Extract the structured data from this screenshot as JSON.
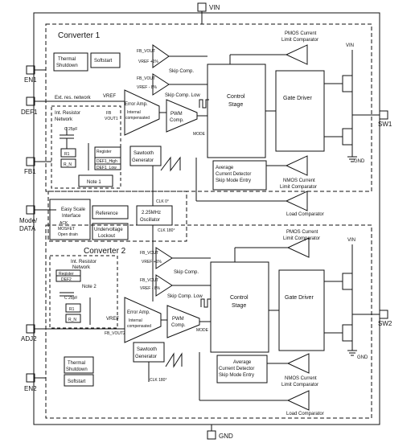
{
  "pins": {
    "vin": "VIN",
    "gnd": "GND",
    "en1": "EN1",
    "def1": "DEF1",
    "fb1": "FB1",
    "mode": "Mode/",
    "data": "DATA",
    "adj2": "ADJ2",
    "en2": "EN2",
    "sw1": "SW1",
    "sw2": "SW2"
  },
  "converter1": {
    "title": "Converter 1",
    "thermal1": "Thermal",
    "thermal2": "Shutdown",
    "softstart": "Softstart",
    "ext_res": "Ext. res. network",
    "int_res1": "Int. Resistor",
    "int_res2": "Network",
    "cap": "C  25pF",
    "r1": "R1",
    "rn": "R_N",
    "reg1": "Register",
    "reg2": "DEF1_High",
    "reg3": "DEF1_Low",
    "note": "Note 1",
    "vref": "VREF",
    "fb_vout1": "FB",
    "fb_vout2": "VOUT1",
    "error_amp": "Error Amp.",
    "internal1": "Internal",
    "internal2": "compensated",
    "pwm1": "PWM",
    "pwm2": "Comp.",
    "skip_fb": "FB_VOUT",
    "skip_vref1": "VREF +1%",
    "skip_comp": "Skip Comp.",
    "skip_fb2": "FB_VOUT",
    "skip_vref2": "VREF - 8%",
    "skip_comp_low": "Skip Comp. Low",
    "sawtooth1": "Sawtooth",
    "sawtooth2": "Generator",
    "control1": "Control",
    "control2": "Stage",
    "gate_driver": "Gate Driver",
    "mode_sig": "MODE",
    "avg1": "Average",
    "avg2": "Current Detector",
    "avg3": "Skip Mode Entry",
    "pmos1": "PMOS Current",
    "pmos2": "Limit Comparator",
    "nmos1": "NMOS Current",
    "nmos2": "Limit Comparator",
    "load_comp": "Load Comparator",
    "vin": "VIN",
    "gnd": "GND",
    "clk0": "CLK 0°"
  },
  "shared": {
    "easy1": "Easy Scale",
    "easy2": "Interface",
    "ack1": "ACK",
    "ack2": "MOSFET",
    "ack3": "Open drain",
    "reference": "Reference",
    "uvlo1": "Undervoltage",
    "uvlo2": "Lockout",
    "osc1": "2.25MHz",
    "osc2": "Oscillator",
    "clk180": "CLK 180°"
  },
  "converter2": {
    "title": "Converter 2",
    "int_res1": "Int. Resistor",
    "int_res2": "Network",
    "reg1": "Register",
    "reg2": "DEF2",
    "note": "Note 2",
    "cap": "C  25pF",
    "r1": "R1",
    "rn": "R_N",
    "vref": "VREF",
    "fb_vout2": "FB_VOUT2",
    "error_amp": "Error Amp.",
    "internal1": "Internal",
    "internal2": "compensated",
    "pwm1": "PWM",
    "pwm2": "Comp.",
    "skip_fb": "FB_VOUT",
    "skip_vref1": "VREF +1%",
    "skip_comp": "Skip Comp.",
    "skip_fb2": "FB_VOUT",
    "skip_vref2": "VREF - 8%",
    "skip_comp_low": "Skip Comp. Low",
    "sawtooth1": "Sawtooth",
    "sawtooth2": "Generator",
    "clk180": "CLK 180°",
    "control1": "Control",
    "control2": "Stage",
    "gate_driver": "Gate Driver",
    "mode_sig": "MODE",
    "avg1": "Average",
    "avg2": "Current Detector",
    "avg3": "Skip Mode Entry",
    "pmos1": "PMOS Current",
    "pmos2": "Limit Comparator",
    "nmos1": "NMOS Current",
    "nmos2": "Limit Comparator",
    "load_comp": "Load Comparator",
    "vin": "VIN",
    "gnd": "GND",
    "thermal1": "Thermal",
    "thermal2": "Shutdown",
    "softstart": "Softstart"
  }
}
